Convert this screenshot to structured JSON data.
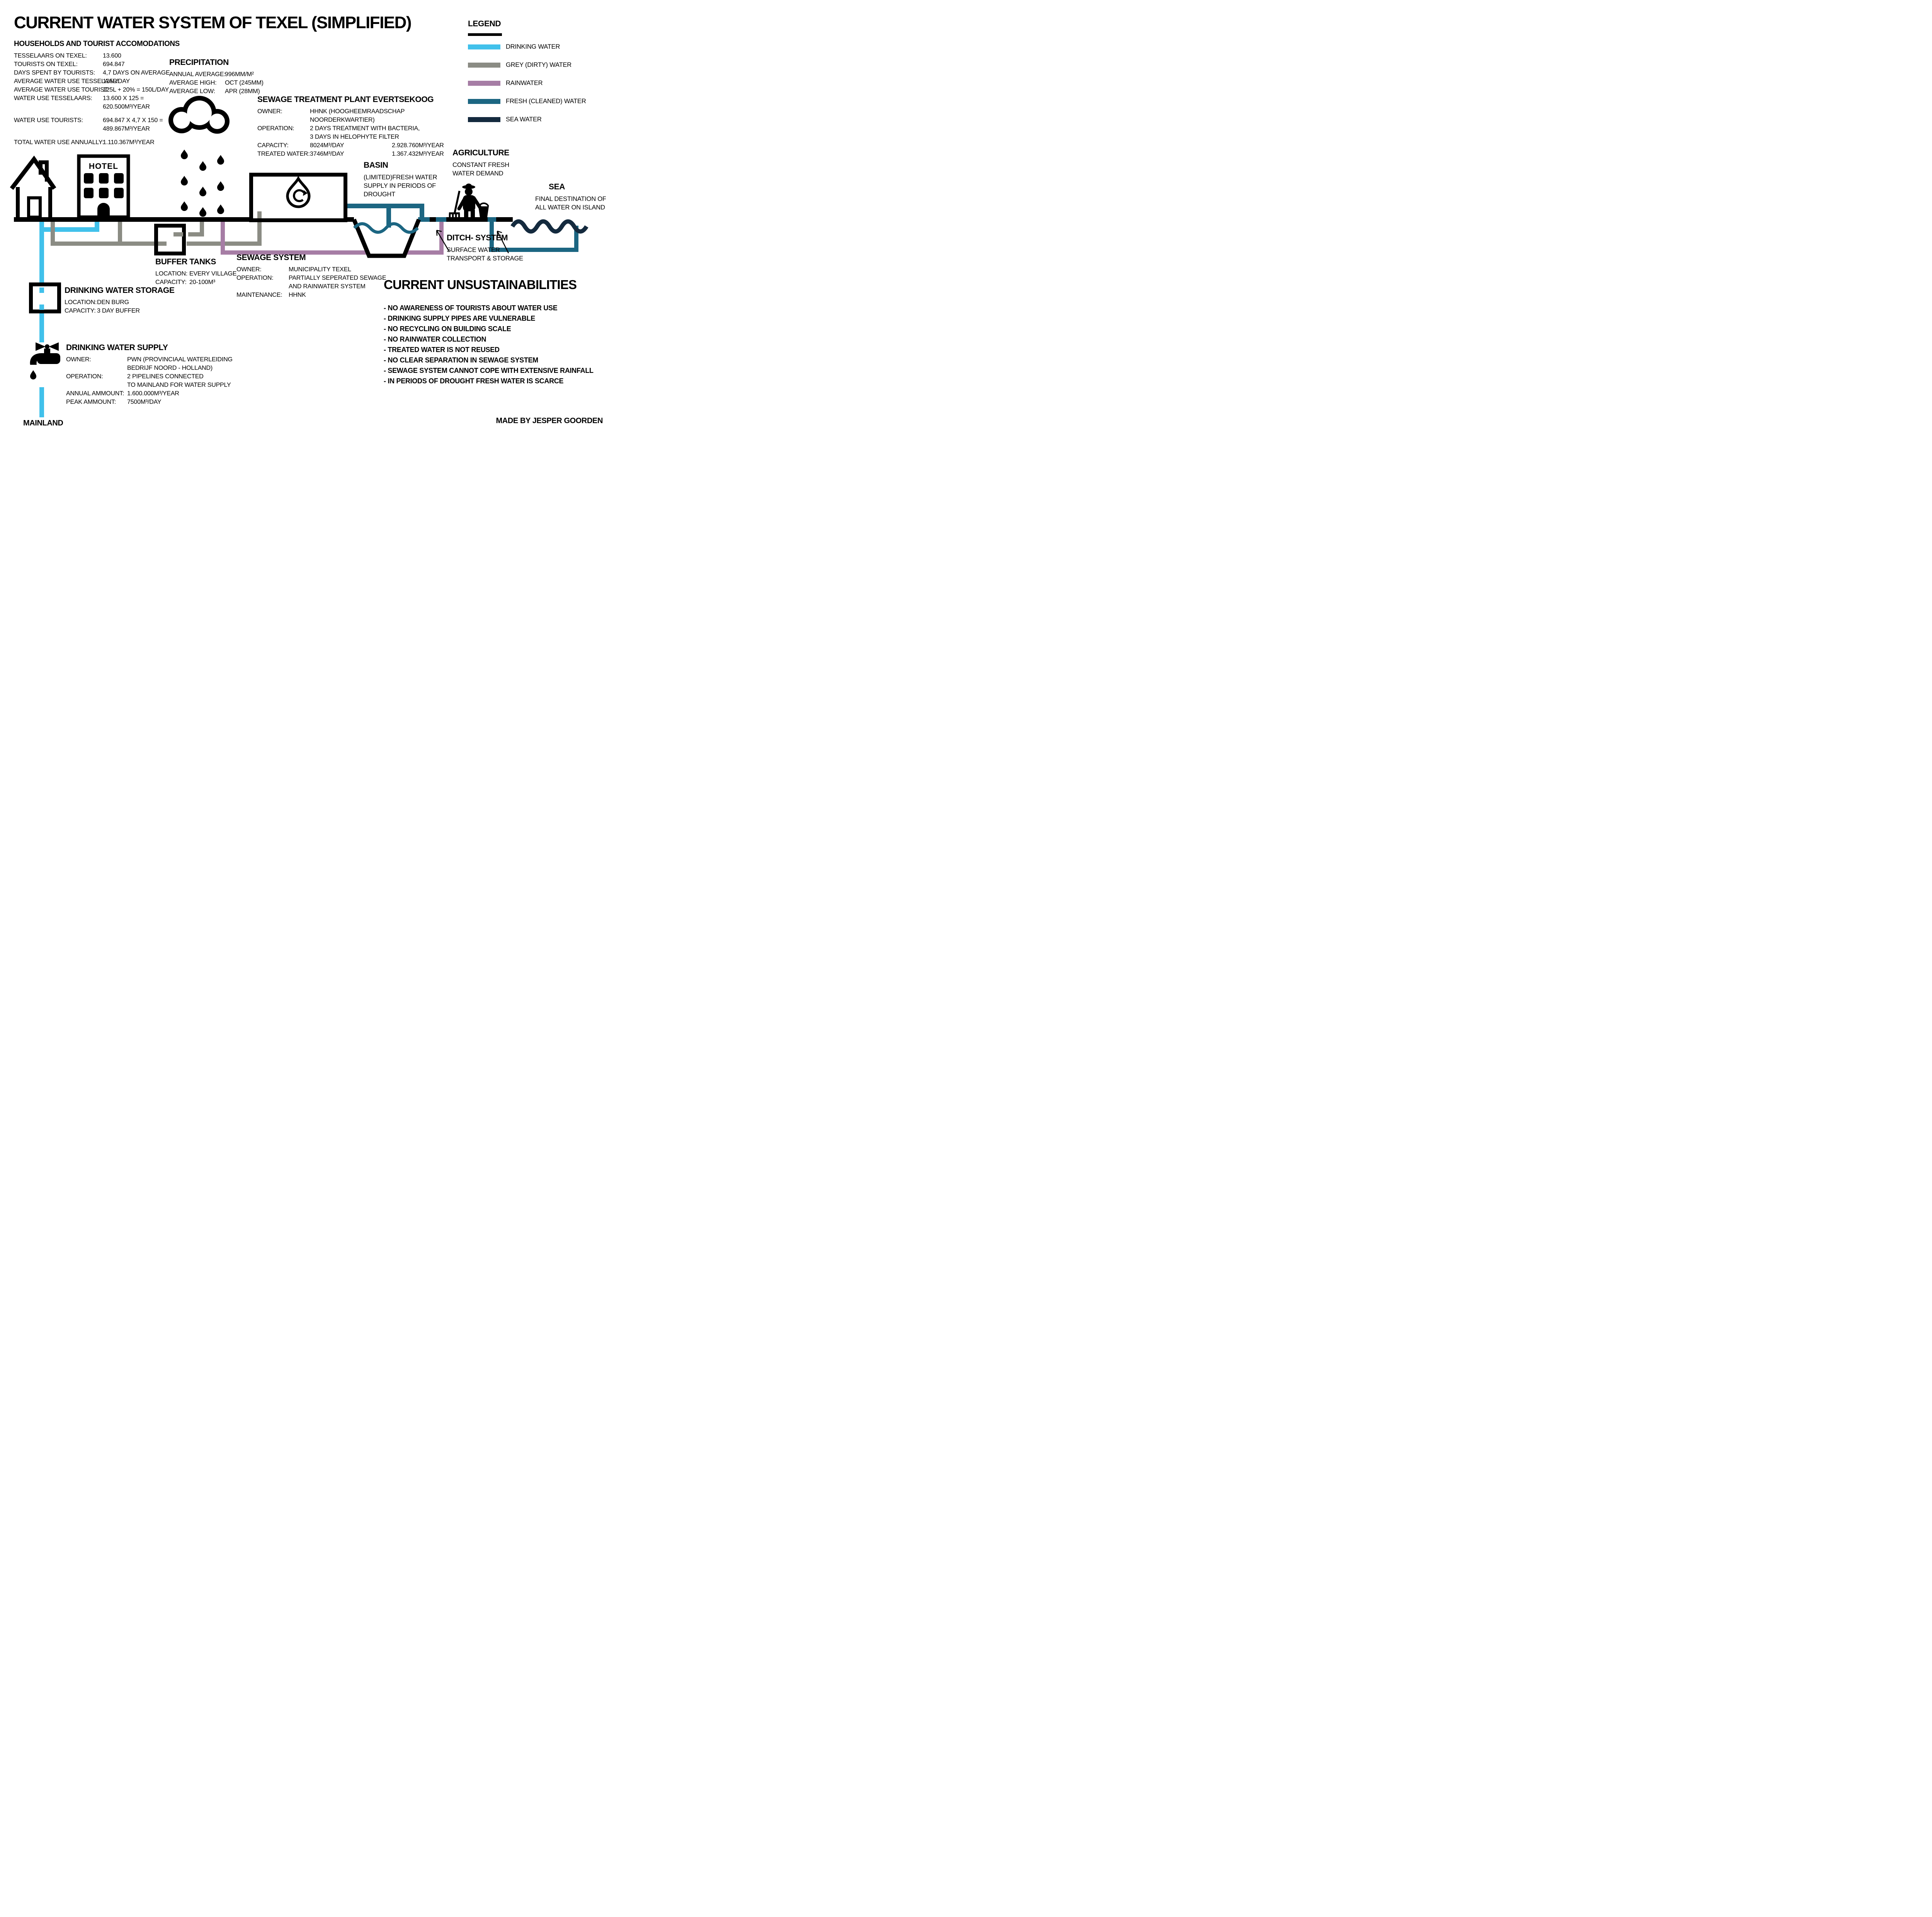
{
  "title": "CURRENT WATER SYSTEM OF TEXEL (SIMPLIFIED)",
  "credit": "MADE BY JESPER GOORDEN",
  "mainland_label": "MAINLAND",
  "colors": {
    "drinking_water": "#41C1EB",
    "grey_water": "#8B8C84",
    "rainwater": "#A67DA5",
    "fresh_water": "#1C6682",
    "sea_water": "#142A3E",
    "ink": "#000000"
  },
  "legend": {
    "title": "LEGEND",
    "items": [
      {
        "label": "DRINKING WATER",
        "color": "#41C1EB"
      },
      {
        "label": "GREY (DIRTY) WATER",
        "color": "#8B8C84"
      },
      {
        "label": "RAINWATER",
        "color": "#A67DA5"
      },
      {
        "label": "FRESH (CLEANED) WATER",
        "color": "#1C6682"
      },
      {
        "label": "SEA WATER",
        "color": "#142A3E"
      }
    ]
  },
  "households": {
    "title": "HOUSEHOLDS AND TOURIST ACCOMODATIONS",
    "rows": [
      {
        "label": "TESSELAARS ON TEXEL:",
        "value": "13.600"
      },
      {
        "label": "TOURISTS ON TEXEL:",
        "value": "694.847"
      },
      {
        "label": "DAYS SPENT BY TOURISTS:",
        "value": "4,7 DAYS ON AVERAGE"
      },
      {
        "label": "AVERAGE WATER USE TESSELAAR:",
        "value": "125L/DAY"
      },
      {
        "label": "AVERAGE WATER USE TOURIST:",
        "value": "125L + 20% = 150L/DAY"
      },
      {
        "label": "WATER USE TESSELAARS:",
        "value": "13.600 X 125 ="
      },
      {
        "label": "",
        "value": "620.500M³/YEAR"
      },
      {
        "label": "WATER USE TOURISTS:",
        "value": "694.847 X 4,7 X 150 ="
      },
      {
        "label": "",
        "value": "489.867M³/YEAR"
      },
      {
        "label": "TOTAL WATER USE ANNUALLY:",
        "value": "1.110.367M³/YEAR"
      }
    ]
  },
  "precipitation": {
    "title": "PRECIPITATION",
    "rows": [
      {
        "label": "ANNUAL AVERAGE:",
        "value": "996MM/M²"
      },
      {
        "label": "AVERAGE HIGH:",
        "value": "OCT (245MM)"
      },
      {
        "label": "AVERAGE LOW:",
        "value": "APR (28MM)"
      }
    ]
  },
  "treatment_plant": {
    "title": "SEWAGE TREATMENT PLANT EVERTSEKOOG",
    "rows": [
      {
        "label": "OWNER:",
        "value": "HHNK (HOOGHEEMRAADSCHAP",
        "value2": ""
      },
      {
        "label": "",
        "value": "NOORDERKWARTIER)",
        "value2": ""
      },
      {
        "label": "OPERATION:",
        "value": "2 DAYS TREATMENT WITH BACTERIA,",
        "value2": ""
      },
      {
        "label": "",
        "value": "3 DAYS IN HELOPHYTE FILTER",
        "value2": ""
      },
      {
        "label": "CAPACITY:",
        "value": "8024M³/DAY",
        "value2": "2.928.760M³/YEAR"
      },
      {
        "label": "TREATED WATER:",
        "value": "3746M³/DAY",
        "value2": "1.367.432M³/YEAR"
      }
    ]
  },
  "basin": {
    "title": "BASIN",
    "lines": [
      "(LIMITED)FRESH WATER",
      "SUPPLY IN PERIODS OF",
      "DROUGHT"
    ]
  },
  "agriculture": {
    "title": "AGRICULTURE",
    "lines": [
      "CONSTANT FRESH",
      "WATER DEMAND"
    ]
  },
  "sea": {
    "title": "SEA",
    "lines": [
      "FINAL DESTINATION OF",
      "ALL WATER ON ISLAND"
    ]
  },
  "ditch": {
    "title": "DITCH- SYSTEM",
    "lines": [
      "SURFACE WATER",
      "TRANSPORT & STORAGE"
    ]
  },
  "buffer_tanks": {
    "title": "BUFFER TANKS",
    "rows": [
      {
        "label": "LOCATION:",
        "value": "EVERY VILLAGE"
      },
      {
        "label": "CAPACITY:",
        "value": "20-100M³"
      }
    ]
  },
  "sewage_system": {
    "title": "SEWAGE SYSTEM",
    "rows": [
      {
        "label": "OWNER:",
        "value": "MUNICIPALITY TEXEL"
      },
      {
        "label": "OPERATION:",
        "value": "PARTIALLY SEPERATED SEWAGE"
      },
      {
        "label": "",
        "value": "AND RAINWATER SYSTEM"
      },
      {
        "label": "MAINTENANCE:",
        "value": "HHNK"
      }
    ]
  },
  "drinking_water_storage": {
    "title": "DRINKING WATER STORAGE",
    "rows": [
      {
        "label": "LOCATION:",
        "value": "DEN BURG"
      },
      {
        "label": "CAPACITY:",
        "value": "3 DAY BUFFER"
      }
    ]
  },
  "drinking_water_supply": {
    "title": "DRINKING WATER SUPPLY",
    "rows": [
      {
        "label": "OWNER:",
        "value": "PWN (PROVINCIAAL WATERLEIDING"
      },
      {
        "label": "",
        "value": "BEDRIJF NOORD - HOLLAND)"
      },
      {
        "label": "OPERATION:",
        "value": "2 PIPELINES CONNECTED"
      },
      {
        "label": "",
        "value": "TO MAINLAND FOR WATER SUPPLY"
      },
      {
        "label": "ANNUAL AMMOUNT:",
        "value": "1.600.000M³/YEAR"
      },
      {
        "label": "PEAK AMMOUNT:",
        "value": "7500M³/DAY"
      }
    ]
  },
  "unsustainabilities": {
    "title": "CURRENT UNSUSTAINABILITIES",
    "items": [
      "- NO AWARENESS OF TOURISTS ABOUT WATER USE",
      "- DRINKING SUPPLY PIPES ARE VULNERABLE",
      "- NO RECYCLING ON BUILDING SCALE",
      "- NO RAINWATER COLLECTION",
      "- TREATED WATER IS NOT REUSED",
      "- NO CLEAR SEPARATION IN SEWAGE SYSTEM",
      "- SEWAGE SYSTEM CANNOT COPE WITH EXTENSIVE RAINFALL",
      "- IN PERIODS OF DROUGHT FRESH WATER IS SCARCE"
    ]
  },
  "icons": {
    "hotel_sign": "HOTEL"
  }
}
